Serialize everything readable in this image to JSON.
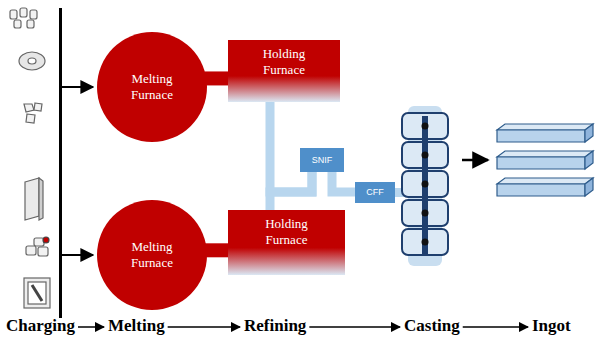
{
  "diagram": {
    "nodes": [
      {
        "text": [
          "Melting Furnace"
        ]
      },
      {
        "text": [
          "Holding Furnace"
        ]
      },
      {
        "text": [
          "Melting Furnace"
        ]
      },
      {
        "text": [
          "Holding Furnace"
        ]
      },
      {
        "text": [
          "SNIF"
        ]
      },
      {
        "text": [
          "CFF"
        ]
      }
    ],
    "edges": [
      {
        "from": 0,
        "to": 1,
        "arrow": "none"
      },
      {
        "from": 2,
        "to": 3,
        "arrow": "none"
      },
      {
        "from": 1,
        "to": 4,
        "arrow": "none"
      },
      {
        "from": 3,
        "to": 4,
        "arrow": "none"
      },
      {
        "from": 4,
        "to": 5,
        "arrow": "none"
      }
    ],
    "labels": [
      "Charging",
      "Melting",
      "Refining",
      "Casting",
      "Ingot"
    ]
  }
}
